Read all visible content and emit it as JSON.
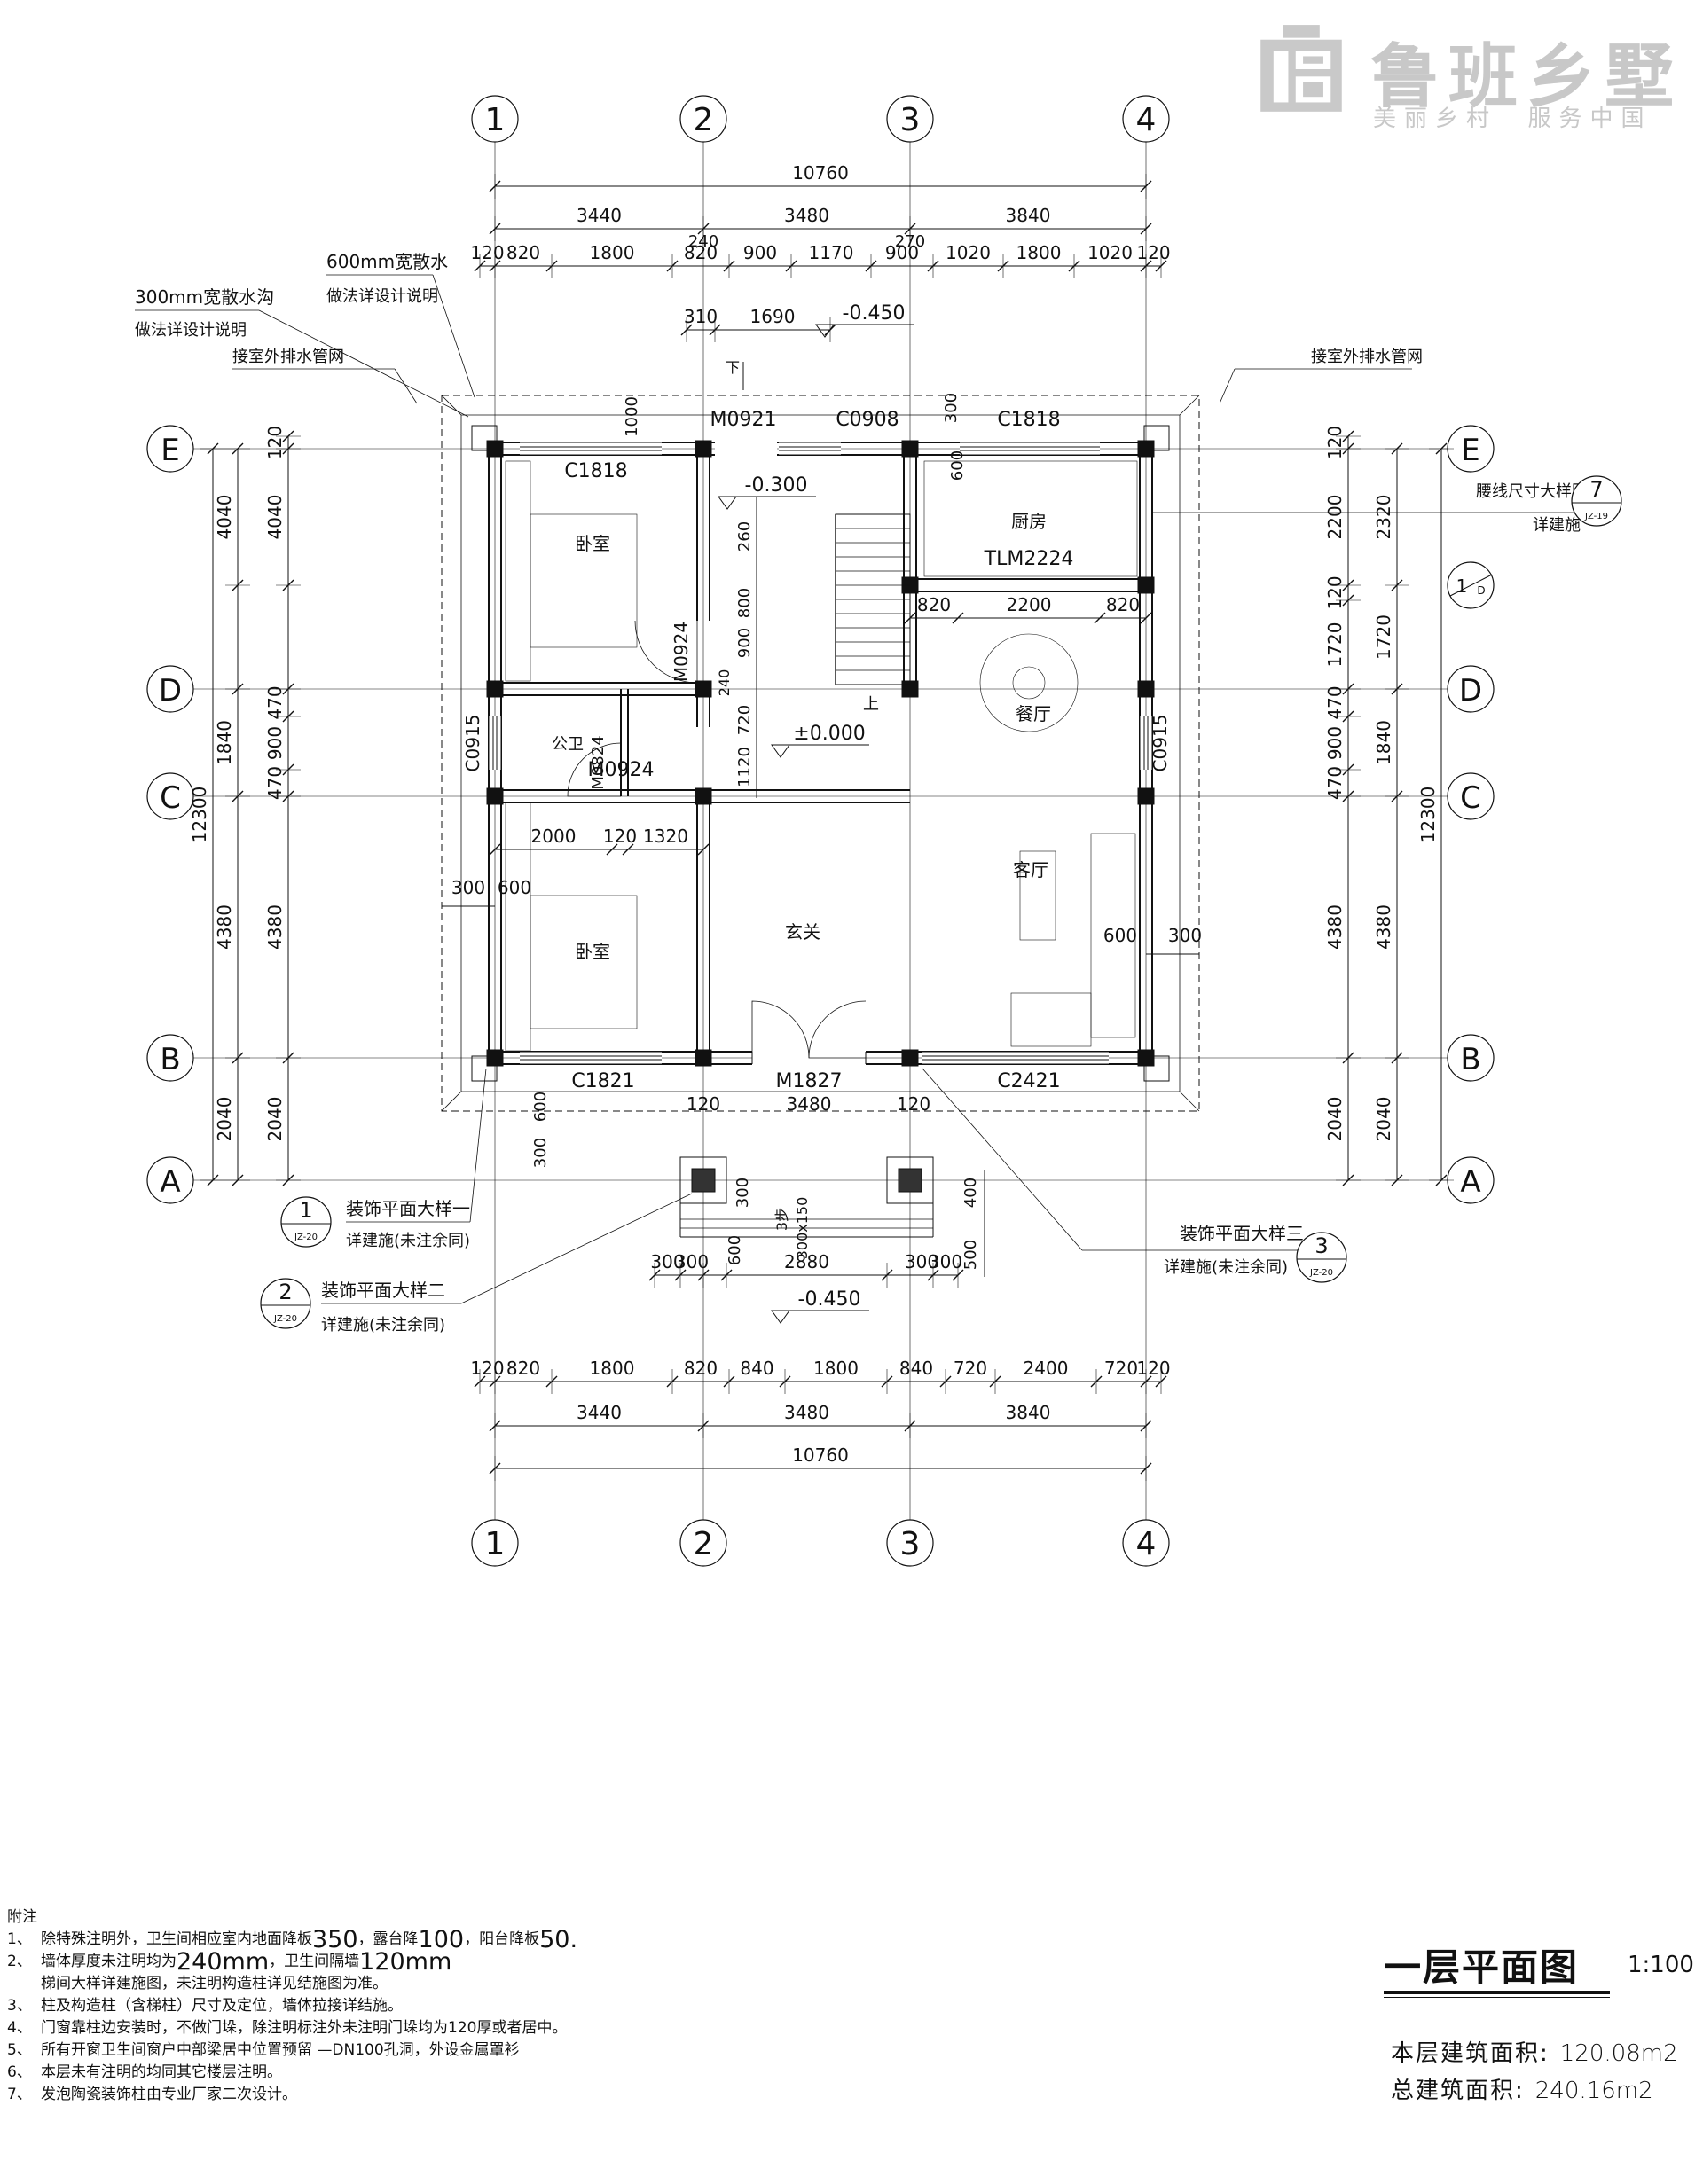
{
  "logo": {
    "name": "鲁班乡墅",
    "slogan": "美丽乡村  服务中国"
  },
  "axes": {
    "vertical": [
      "1",
      "2",
      "3",
      "4"
    ],
    "horizontal": [
      "E",
      "D",
      "C",
      "B",
      "A"
    ]
  },
  "dims": {
    "overall": "10760",
    "top_bays": [
      "3440",
      "3480",
      "3840"
    ],
    "top_detail": [
      "120",
      "820",
      "1800",
      "820",
      "900",
      "1170",
      "900",
      "1020",
      "1800",
      "1020",
      "120"
    ],
    "top_small_240": "240",
    "top_small_270": "270",
    "stair": [
      "310",
      "1690"
    ],
    "bottom_bays": [
      "3440",
      "3480",
      "3840"
    ],
    "bottom_detail": [
      "120",
      "820",
      "1800",
      "820",
      "840",
      "1800",
      "840",
      "720",
      "2400",
      "720",
      "120"
    ],
    "porch": [
      "300",
      "300",
      "600",
      "2880",
      "300",
      "300"
    ],
    "porch_vertical": [
      "300",
      "400",
      "500"
    ],
    "step": "3步",
    "step_size": "300x150",
    "entry_width": "3480",
    "left_outer": [
      "4040",
      "1840",
      "4380",
      "2040"
    ],
    "left_inner": [
      "120",
      "4040",
      "470",
      "900",
      "470",
      "4380",
      "2040"
    ],
    "left_total": "12300",
    "right_inner": [
      "120",
      "2200",
      "120",
      "1720",
      "470",
      "900",
      "470",
      "4380",
      "2040"
    ],
    "right_outer": [
      "2320",
      "1720",
      "1840",
      "4380",
      "2040"
    ],
    "right_total": "12300",
    "interior": {
      "d_1000": "1000",
      "d_300": "300",
      "d_260": "260",
      "d_800": "800",
      "d_900": "900",
      "d_240": "240",
      "d_720": "720",
      "d_1120": "1120",
      "d_600_kitchen": "600",
      "kitchen_sub": [
        "820",
        "2200",
        "820"
      ],
      "bed_sub": [
        "2000",
        "120",
        "1320"
      ],
      "left_600": "600",
      "left_300": "300",
      "right_600": "600",
      "right_300": "300",
      "bottom_600": "600",
      "bottom_300": "300",
      "bottom_120a": "120",
      "bottom_120b": "120"
    }
  },
  "levels": {
    "top": "-0.450",
    "stair": "-0.300",
    "floor": "±0.000",
    "bottom": "-0.450"
  },
  "rooms": {
    "bed1": "卧室",
    "bed2": "卧室",
    "kitchen": "厨房",
    "dining": "餐厅",
    "foyer": "玄关",
    "living": "客厅",
    "toilet": "公卫"
  },
  "openings": {
    "C1818a": "C1818",
    "M0921": "M0921",
    "C0908": "C0908",
    "C1818b": "C1818",
    "TLM2224": "TLM2224",
    "M0924a": "M0924",
    "M0924b": "M0924",
    "M0824": "M0824",
    "C0915a": "C0915",
    "C0915b": "C0915",
    "C1821": "C1821",
    "M1827": "M1827",
    "C2421": "C2421"
  },
  "stair_labels": {
    "down": "下",
    "up": "上"
  },
  "annotations": {
    "apron": "600mm宽散水",
    "apron_ref": "做法详设计说明",
    "ditch": "300mm宽散水沟",
    "ditch_ref": "做法详设计说明",
    "drain_left": "接室外排水管网",
    "drain_right": "接室外排水管网",
    "waist": "腰线尺寸大样图",
    "waist_ref": "详建施",
    "detail1": "装饰平面大样一",
    "detail1_ref": "详建施(未注余同)",
    "detail2": "装饰平面大样二",
    "detail2_ref": "详建施(未注余同)",
    "detail3": "装饰平面大样三",
    "detail3_ref": "详建施(未注余同)"
  },
  "callouts": {
    "c7": {
      "num": "7",
      "sheet": "JZ-19"
    },
    "c1": {
      "num": "1",
      "sheet": "JZ-20"
    },
    "c2": {
      "num": "2",
      "sheet": "JZ-20"
    },
    "c3": {
      "num": "3",
      "sheet": "JZ-20"
    },
    "sec": {
      "num": "1",
      "sheet": "D"
    }
  },
  "notes": {
    "title": "附注",
    "items": [
      {
        "num": "1、",
        "text": "除特殊注明外，卫生间相应室内地面降板",
        "v1": "350",
        "t2": "，露台降",
        "v2": "100",
        "t3": "，阳台降板",
        "v3": "50."
      },
      {
        "num": "2、",
        "text": "墙体厚度未注明均为",
        "v1": "240mm",
        "t2": "，卫生间隔墙",
        "v2": "120mm",
        "t3": "",
        "v3": ""
      }
    ],
    "item2_cont": "梯间大样详建施图，未注明构造柱详见结施图为准。",
    "rest": [
      {
        "num": "3、",
        "text": "柱及构造柱（含梯柱）尺寸及定位，墙体拉接详结施。"
      },
      {
        "num": "4、",
        "text": "门窗靠柱边安装时，不做门垛，除注明标注外未注明门垛均为120厚或者居中。"
      },
      {
        "num": "5、",
        "text": "所有开窗卫生间窗户中部梁居中位置预留    —DN100孔洞，外设金属罩衫"
      },
      {
        "num": "6、",
        "text": "本层未有注明的均同其它楼层注明。"
      },
      {
        "num": "7、",
        "text": "发泡陶瓷装饰柱由专业厂家二次设计。"
      }
    ]
  },
  "title_block": {
    "title": "一层平面图",
    "scale": "1:100",
    "floor_area_label": "本层建筑面积:",
    "floor_area": "120.08m2",
    "total_area_label": "总建筑面积:",
    "total_area": "240.16m2"
  }
}
